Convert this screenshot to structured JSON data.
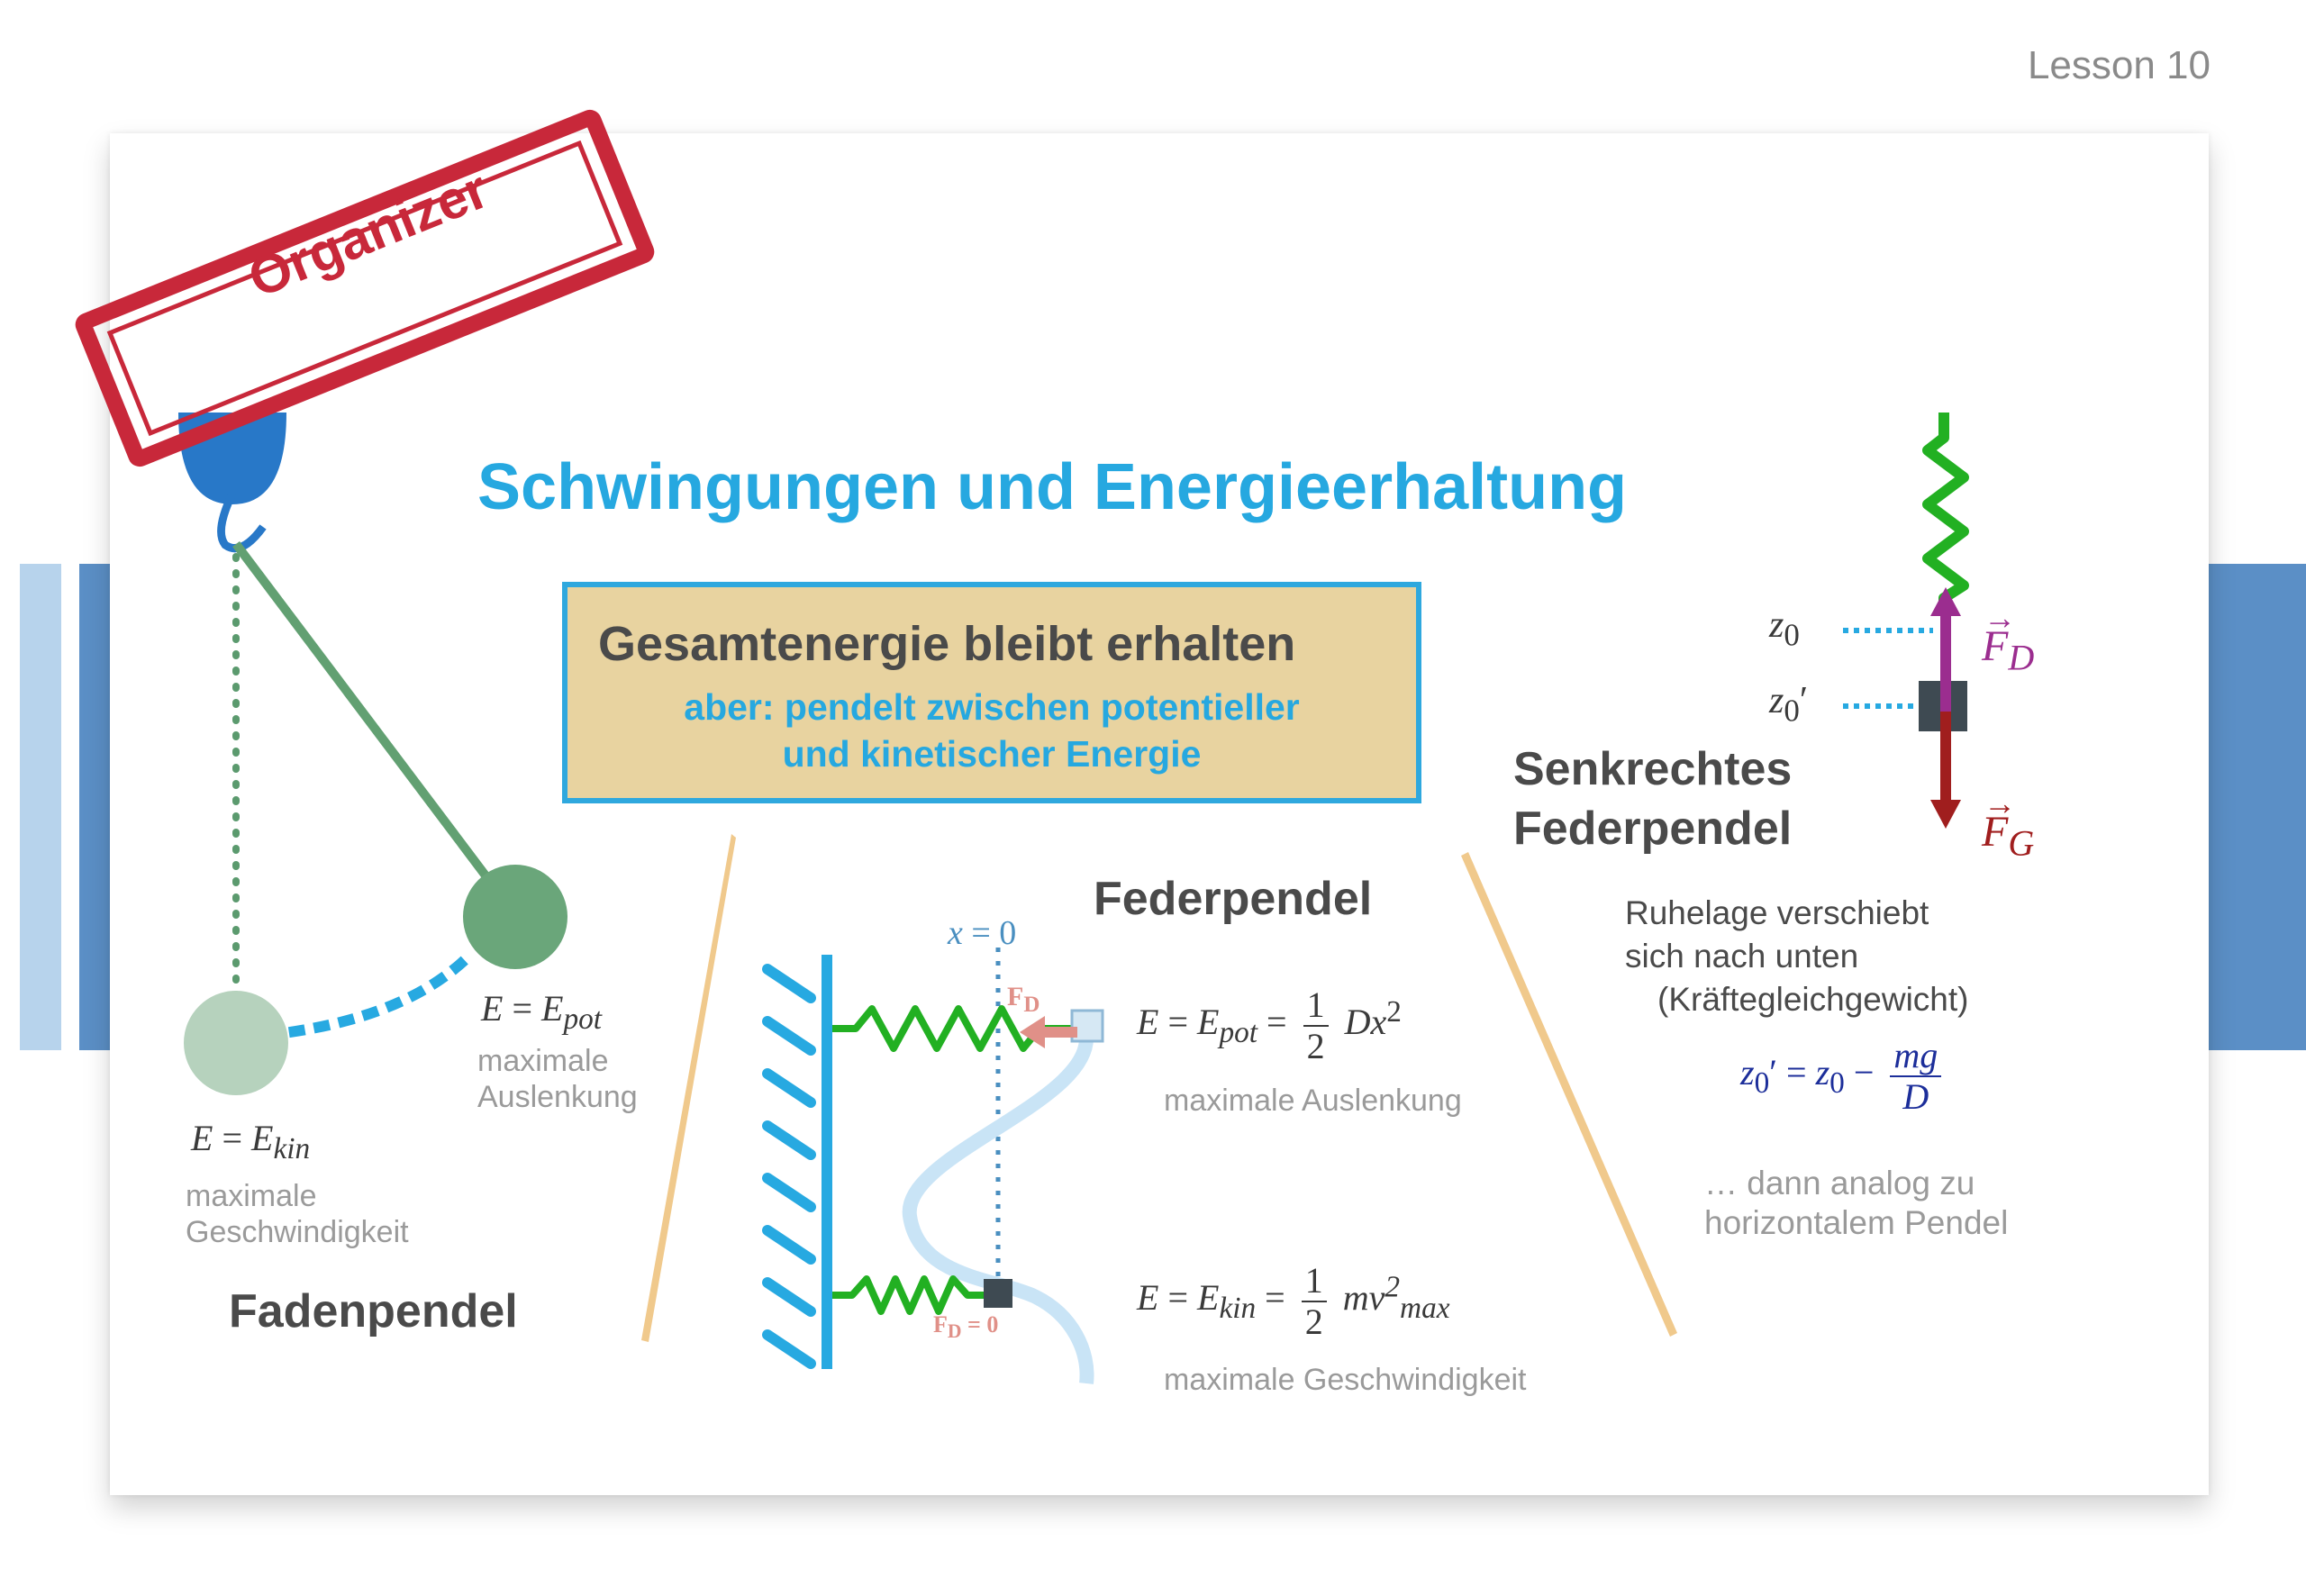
{
  "header": {
    "lesson": "Lesson 10"
  },
  "stamp": {
    "label": "Organizer"
  },
  "slide": {
    "title": "Schwingungen und Energieerhaltung",
    "box": {
      "heading": "Gesamtenergie bleibt erhalten",
      "line1": "aber: pendelt zwischen potentieller",
      "line2": "und kinetischer Energie"
    },
    "faden": {
      "heading": "Fadenpendel",
      "pot_formula": "E = E_pot",
      "pot_caption1": "maximale",
      "pot_caption2": "Auslenkung",
      "kin_formula": "E = E_kin",
      "kin_caption1": "maximale",
      "kin_caption2": "Geschwindigkeit"
    },
    "feder": {
      "heading": "Federpendel",
      "axis_label": "x = 0",
      "force_label": "F_D",
      "zero_force_label": "F_D = 0",
      "pot_caption": "maximale Auslenkung",
      "kin_caption": "maximale Geschwindigkeit"
    },
    "senkrecht": {
      "heading1": "Senkrechtes",
      "heading2": "Federpendel",
      "z0": "z0",
      "z0prime": "z0′",
      "fd": "F_D",
      "fg": "F_G",
      "text1": "Ruhelage verschiebt",
      "text2": "sich nach unten",
      "text3": "(Kräftegleichgewicht)",
      "formula_num": "mg",
      "formula_den": "D",
      "analog1": "… dann analog zu",
      "analog2": "horizontalem Pendel"
    }
  },
  "colors": {
    "accent_blue": "#26a8e0",
    "box_fill": "#e8d3a0",
    "stamp_red": "#c8283a",
    "spring_green": "#22b022",
    "force_purple": "#9b2d8f",
    "force_red": "#a01e1e",
    "band_blue": "#5b8fc6"
  }
}
